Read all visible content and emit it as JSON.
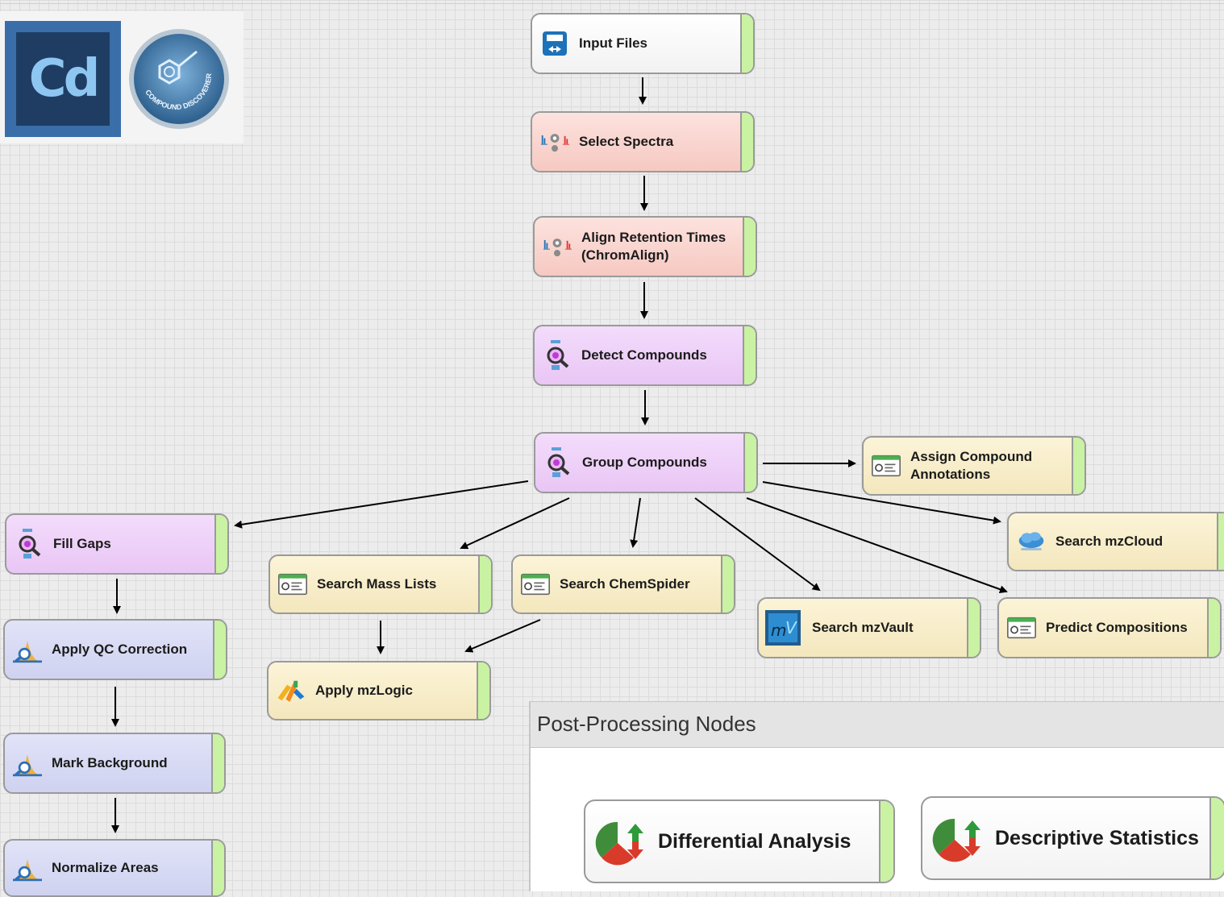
{
  "nodes": {
    "input_files": "Input Files",
    "select_spectra": "Select Spectra",
    "align_line1": "Align Retention Times",
    "align_line2": "(ChromAlign)",
    "detect_compounds": "Detect Compounds",
    "group_compounds": "Group Compounds",
    "assign_line1": "Assign Compound",
    "assign_line2": "Annotations",
    "search_mzcloud": "Search mzCloud",
    "fill_gaps": "Fill Gaps",
    "search_mass_lists": "Search Mass Lists",
    "search_chemspider": "Search ChemSpider",
    "search_mzvault": "Search mzVault",
    "predict_compositions": "Predict Compositions",
    "apply_qc_correction": "Apply QC Correction",
    "apply_mzlogic": "Apply mzLogic",
    "mark_background": "Mark Background",
    "normalize_areas": "Normalize Areas"
  },
  "post_processing": {
    "title": "Post-Processing Nodes",
    "differential_analysis": "Differential Analysis",
    "descriptive_statistics": "Descriptive Statistics"
  },
  "logos": {
    "cd_text": "Cd",
    "disc_text": "COMPOUND DISCOVERER"
  },
  "colors": {
    "input": "#ffffff",
    "spectra": "#f6c9c2",
    "detect": "#e9c6f5",
    "search": "#f3e7bd",
    "normalize": "#cfd2f0",
    "status_tab": "#c9f2a3"
  },
  "icons": {
    "input_files": "file-transfer-icon",
    "select_spectra": "spectra-gear-icon",
    "align": "spectra-gear-icon",
    "detect": "flask-magnifier-icon",
    "group": "flask-magnifier-icon",
    "assign": "annotation-window-icon",
    "mzcloud": "cloud-icon",
    "fill_gaps": "flask-magnifier-icon",
    "mass_lists": "annotation-window-icon",
    "chemspider": "annotation-window-icon",
    "mzvault": "mzvault-icon",
    "predict": "annotation-window-icon",
    "qc": "peak-magnifier-icon",
    "mzlogic": "mzlogic-icon",
    "background": "peak-magnifier-icon",
    "normalize": "peak-magnifier-icon",
    "statistics": "pie-arrows-icon"
  }
}
